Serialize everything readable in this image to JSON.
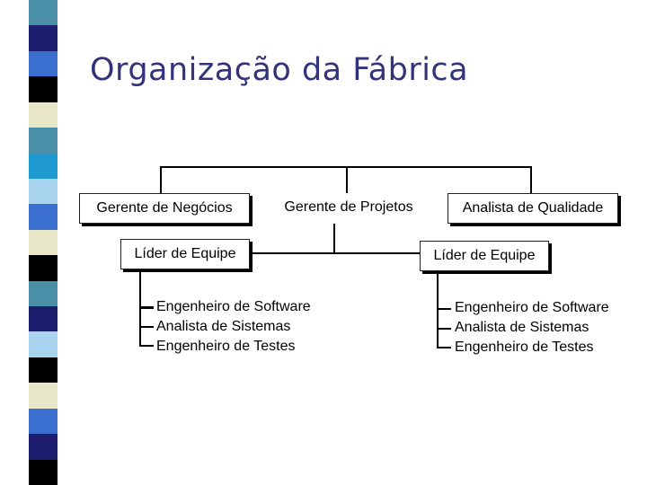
{
  "title": "Organização da Fábrica",
  "stripe_colors": [
    "#4a8fa8",
    "#1e1e6e",
    "#3b6fcf",
    "#000000",
    "#e8e8c8",
    "#4a8fa8",
    "#1e9ad0",
    "#a8d4f0",
    "#3b6fcf",
    "#e8e8c8",
    "#000000",
    "#4a8fa8",
    "#1e1e6e",
    "#a8d4f0",
    "#000000",
    "#e8e8c8",
    "#3b6fcf",
    "#1e1e6e",
    "#000000"
  ],
  "org": {
    "gerente_negocios": "Gerente de Negócios",
    "gerente_projetos": "Gerente de Projetos",
    "analista_qualidade": "Analista de Qualidade",
    "lider_equipe_left": "Líder de Equipe",
    "lider_equipe_right": "Líder de Equipe",
    "team_left": [
      "Engenheiro de Software",
      "Analista de Sistemas",
      "Engenheiro de Testes"
    ],
    "team_right": [
      "Engenheiro de Software",
      "Analista de Sistemas",
      "Engenheiro de Testes"
    ]
  }
}
